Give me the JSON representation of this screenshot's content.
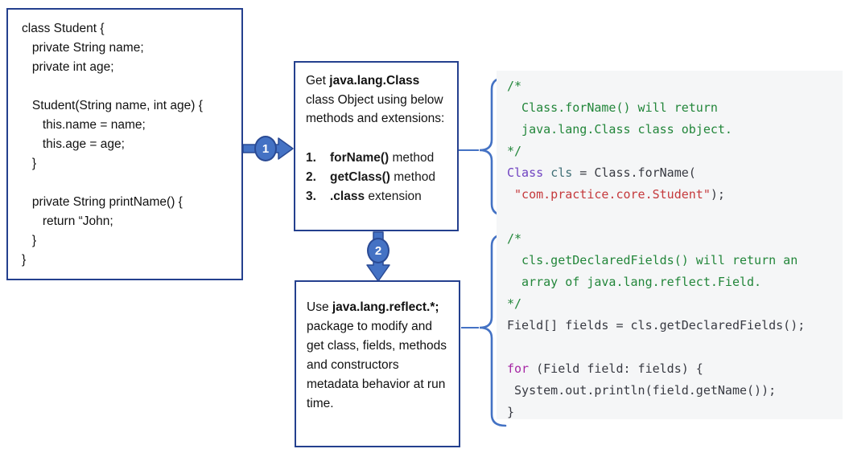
{
  "palette": {
    "box_border": "#24408e",
    "arrow_fill": "#4472c4",
    "arrow_outline": "#2a4a94",
    "brace_blue": "#4472c4",
    "code_panel_bg": "#f5f6f7",
    "code_comment": "#22863a",
    "code_keyword_class": "#6f42c1",
    "code_keyword_for": "#a626a4",
    "code_variable": "#3f6e75",
    "code_string": "#c5393c",
    "code_plain": "#383a42"
  },
  "student_class_box": {
    "code": "class Student {\n   private String name;\n   private int age;\n\n   Student(String name, int age) {\n      this.name = name;\n      this.age = age;\n   }\n\n   private String printName() {\n      return “John;\n   }\n}"
  },
  "flow": {
    "step1_label": "1",
    "step2_label": "2"
  },
  "get_class_box": {
    "intro_prefix": "Get ",
    "intro_bold": "java.lang.Class",
    "intro_suffix": " class Object using below methods and extensions:",
    "items": [
      {
        "num": "1.",
        "bold": "forName()",
        "rest": " method"
      },
      {
        "num": "2.",
        "bold": "getClass()",
        "rest": " method"
      },
      {
        "num": "3.",
        "bold": ".class",
        "rest": " extension"
      }
    ]
  },
  "reflect_box": {
    "prefix": "Use ",
    "bold": "java.lang.reflect.*;",
    "suffix": " package to modify and get class, fields, methods and constructors metadata behavior at run time."
  },
  "code_snippets": [
    {
      "name": "class-forname-snippet",
      "lines": [
        [
          {
            "c": "comment",
            "t": "/*"
          }
        ],
        [
          {
            "c": "comment",
            "t": "  Class.forName() will return"
          }
        ],
        [
          {
            "c": "comment",
            "t": "  java.lang.Class class object."
          }
        ],
        [
          {
            "c": "comment",
            "t": "*/"
          }
        ],
        [
          {
            "c": "keyword",
            "t": "Class"
          },
          {
            "c": "plain",
            "t": " "
          },
          {
            "c": "var",
            "t": "cls"
          },
          {
            "c": "plain",
            "t": " = Class.forName("
          }
        ],
        [
          {
            "c": "plain",
            "t": " "
          },
          {
            "c": "string",
            "t": "\"com.practice.core.Student\""
          },
          {
            "c": "plain",
            "t": ");"
          }
        ]
      ]
    },
    {
      "name": "get-declared-fields-snippet",
      "lines": [
        [
          {
            "c": "comment",
            "t": "/*"
          }
        ],
        [
          {
            "c": "comment",
            "t": "  cls.getDeclaredFields() will return an"
          }
        ],
        [
          {
            "c": "comment",
            "t": "  array of java.lang.reflect.Field."
          }
        ],
        [
          {
            "c": "comment",
            "t": "*/"
          }
        ],
        [
          {
            "c": "plain",
            "t": "Field[] fields = cls.getDeclaredFields();"
          }
        ],
        [],
        [
          {
            "c": "kw",
            "t": "for"
          },
          {
            "c": "plain",
            "t": " (Field field: fields) {"
          }
        ],
        [
          {
            "c": "plain",
            "t": " System.out.println(field.getName());"
          }
        ],
        [
          {
            "c": "plain",
            "t": "}"
          }
        ]
      ]
    }
  ]
}
